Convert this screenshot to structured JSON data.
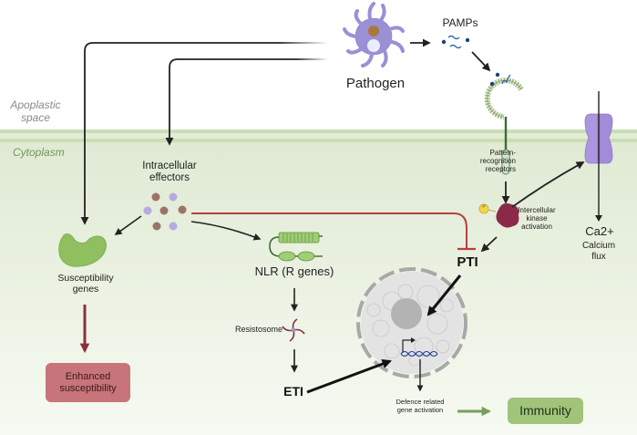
{
  "regions": {
    "apoplastic": "Apoplastic space",
    "apoplastic_line1": "Apoplastic",
    "apoplastic_line2": "space",
    "cytoplasm": "Cytoplasm"
  },
  "nodes": {
    "pathogen": "Pathogen",
    "pamps": "PAMPs",
    "prr_line1": "Pattern-",
    "prr_line2": "recognition",
    "prr_line3": "receptors",
    "kinase_line1": "Intercellular",
    "kinase_line2": "kinase",
    "kinase_line3": "activation",
    "phospho": "P",
    "calcium_ion": "Ca2+",
    "calcium_line1": "Calcium",
    "calcium_line2": "flux",
    "effectors_line1": "Intracellular",
    "effectors_line2": "effectors",
    "susceptibility_line1": "Susceptibility",
    "susceptibility_line2": "genes",
    "enhanced_line1": "Enhanced",
    "enhanced_line2": "susceptibility",
    "nlr": "NLR (R genes)",
    "resistosome": "Resistosome",
    "eti": "ETI",
    "pti": "PTI",
    "defence_line1": "Defence related",
    "defence_line2": "gene activation",
    "immunity": "Immunity"
  },
  "colors": {
    "membrane": "#c9dcb4",
    "cytoplasm": "#e4edd8",
    "pathogen": "#9b8fd6",
    "effector_brown": "#9b7468",
    "effector_purple": "#b5abe0",
    "susceptibility_gene": "#8fbf5e",
    "enhanced_box": "#c7747a",
    "inhibit_line": "#b8413c",
    "kinase": "#8b2a48",
    "immunity_box": "#9fc47a",
    "channel": "#a98fdc",
    "dna": "#27409a"
  }
}
